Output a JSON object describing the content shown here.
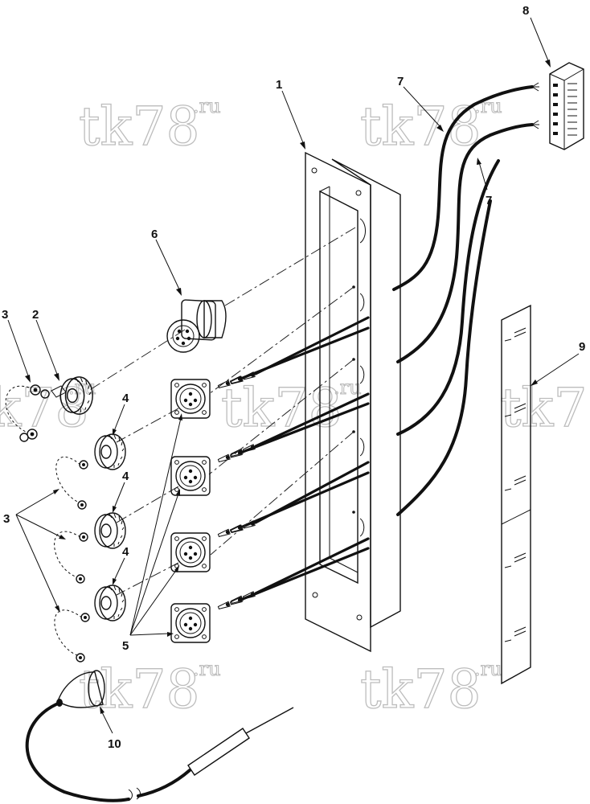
{
  "watermark": {
    "main": "tk78",
    "suffix": ".ru"
  },
  "callouts": {
    "c1": "1",
    "c2": "2",
    "c3a": "3",
    "c3b": "3",
    "c4a": "4",
    "c4b": "4",
    "c4c": "4",
    "c5": "5",
    "c6": "6",
    "c7a": "7",
    "c7b": "7",
    "c8": "8",
    "c9": "9",
    "c10": "10"
  },
  "colors": {
    "line": "#111111",
    "watermark": "#bdbdbd",
    "background": "#ffffff"
  }
}
